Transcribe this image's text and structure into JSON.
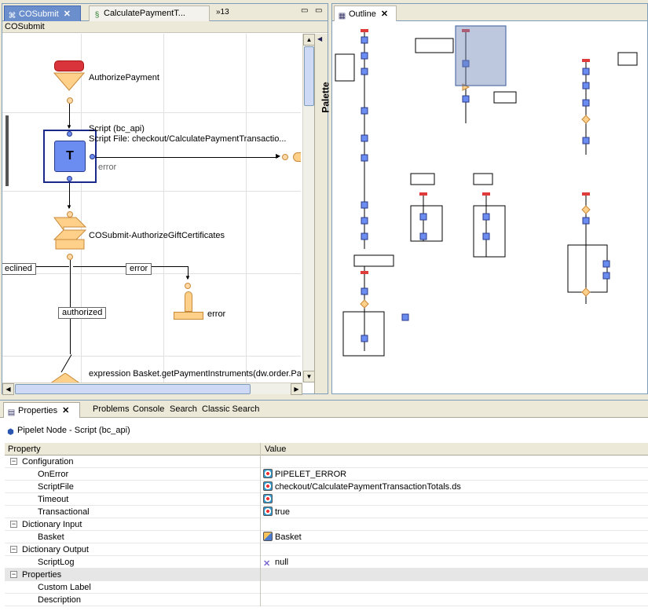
{
  "editor": {
    "tabs": [
      {
        "label": "COSubmit",
        "close": "✕"
      },
      {
        "label": "CalculatePaymentT..."
      },
      {
        "label": "»13"
      }
    ],
    "minimize": "▭",
    "maximize": "▭",
    "breadcrumb": "COSubmit",
    "palette_label": "Palette",
    "flow": {
      "authorize_payment": "AuthorizePayment",
      "script_line1": "Script (bc_api)",
      "script_line2": "Script File: checkout/CalculatePaymentTransactio...",
      "script_node_letter": "T",
      "error_label": "error",
      "gift_certs": "COSubmit-AuthorizeGiftCertificates",
      "declined_box": "eclined",
      "error_box": "error",
      "authorized_box": "authorized",
      "error_end": "error",
      "expression": "expression Basket.getPaymentInstruments(dw.order.Pay"
    }
  },
  "outline": {
    "tab_label": "Outline",
    "close": "✕"
  },
  "properties": {
    "tabs": [
      "Properties",
      "Problems",
      "Console",
      "Search",
      "Classic Search"
    ],
    "close": "✕",
    "title": "Pipelet Node - Script (bc_api)",
    "columns": [
      "Property",
      "Value"
    ],
    "rows": [
      {
        "kind": "cat",
        "label": "Configuration",
        "value": ""
      },
      {
        "kind": "item",
        "label": "OnError",
        "value": "PIPELET_ERROR",
        "icon": "target-icon"
      },
      {
        "kind": "item",
        "label": "ScriptFile",
        "value": "checkout/CalculatePaymentTransactionTotals.ds",
        "icon": "target-icon"
      },
      {
        "kind": "item",
        "label": "Timeout",
        "value": "",
        "icon": "target-icon"
      },
      {
        "kind": "item",
        "label": "Transactional",
        "value": "true",
        "icon": "target-icon"
      },
      {
        "kind": "cat",
        "label": "Dictionary Input",
        "value": ""
      },
      {
        "kind": "item",
        "label": "Basket",
        "value": "Basket",
        "icon": "object-icon"
      },
      {
        "kind": "cat",
        "label": "Dictionary Output",
        "value": ""
      },
      {
        "kind": "item",
        "label": "ScriptLog",
        "value": "null",
        "icon": "null-icon"
      },
      {
        "kind": "catshaded",
        "label": "Properties",
        "value": ""
      },
      {
        "kind": "item",
        "label": "Custom Label",
        "value": ""
      },
      {
        "kind": "item",
        "label": "Description",
        "value": ""
      }
    ]
  }
}
